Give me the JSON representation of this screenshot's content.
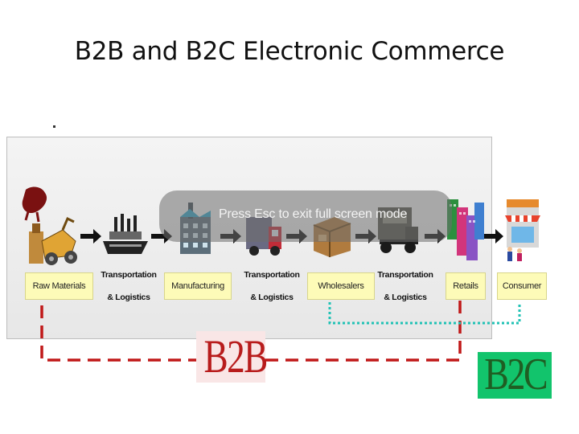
{
  "title": "B2B and B2C Electronic Commerce",
  "overlay_message": "Press Esc to exit full screen mode",
  "stages": {
    "raw_materials": "Raw Materials",
    "manufacturing": "Manufacturing",
    "wholesalers": "Wholesalers",
    "retails": "Retails",
    "consumer": "Consumer"
  },
  "transport_labels": [
    [
      "Transportation",
      "& Logistics"
    ],
    [
      "Transportation",
      "& Logistics"
    ],
    [
      "Transportation",
      "& Logistics"
    ]
  ],
  "b2b_label": "B2B",
  "b2c_label": "B2C",
  "colors": {
    "stage_fill": "#fdfbb8",
    "b2b_line": "#c01818",
    "b2c_line": "#21c2b5",
    "b2c_fill": "#12c46c",
    "b2c_text": "#1f5e23"
  }
}
